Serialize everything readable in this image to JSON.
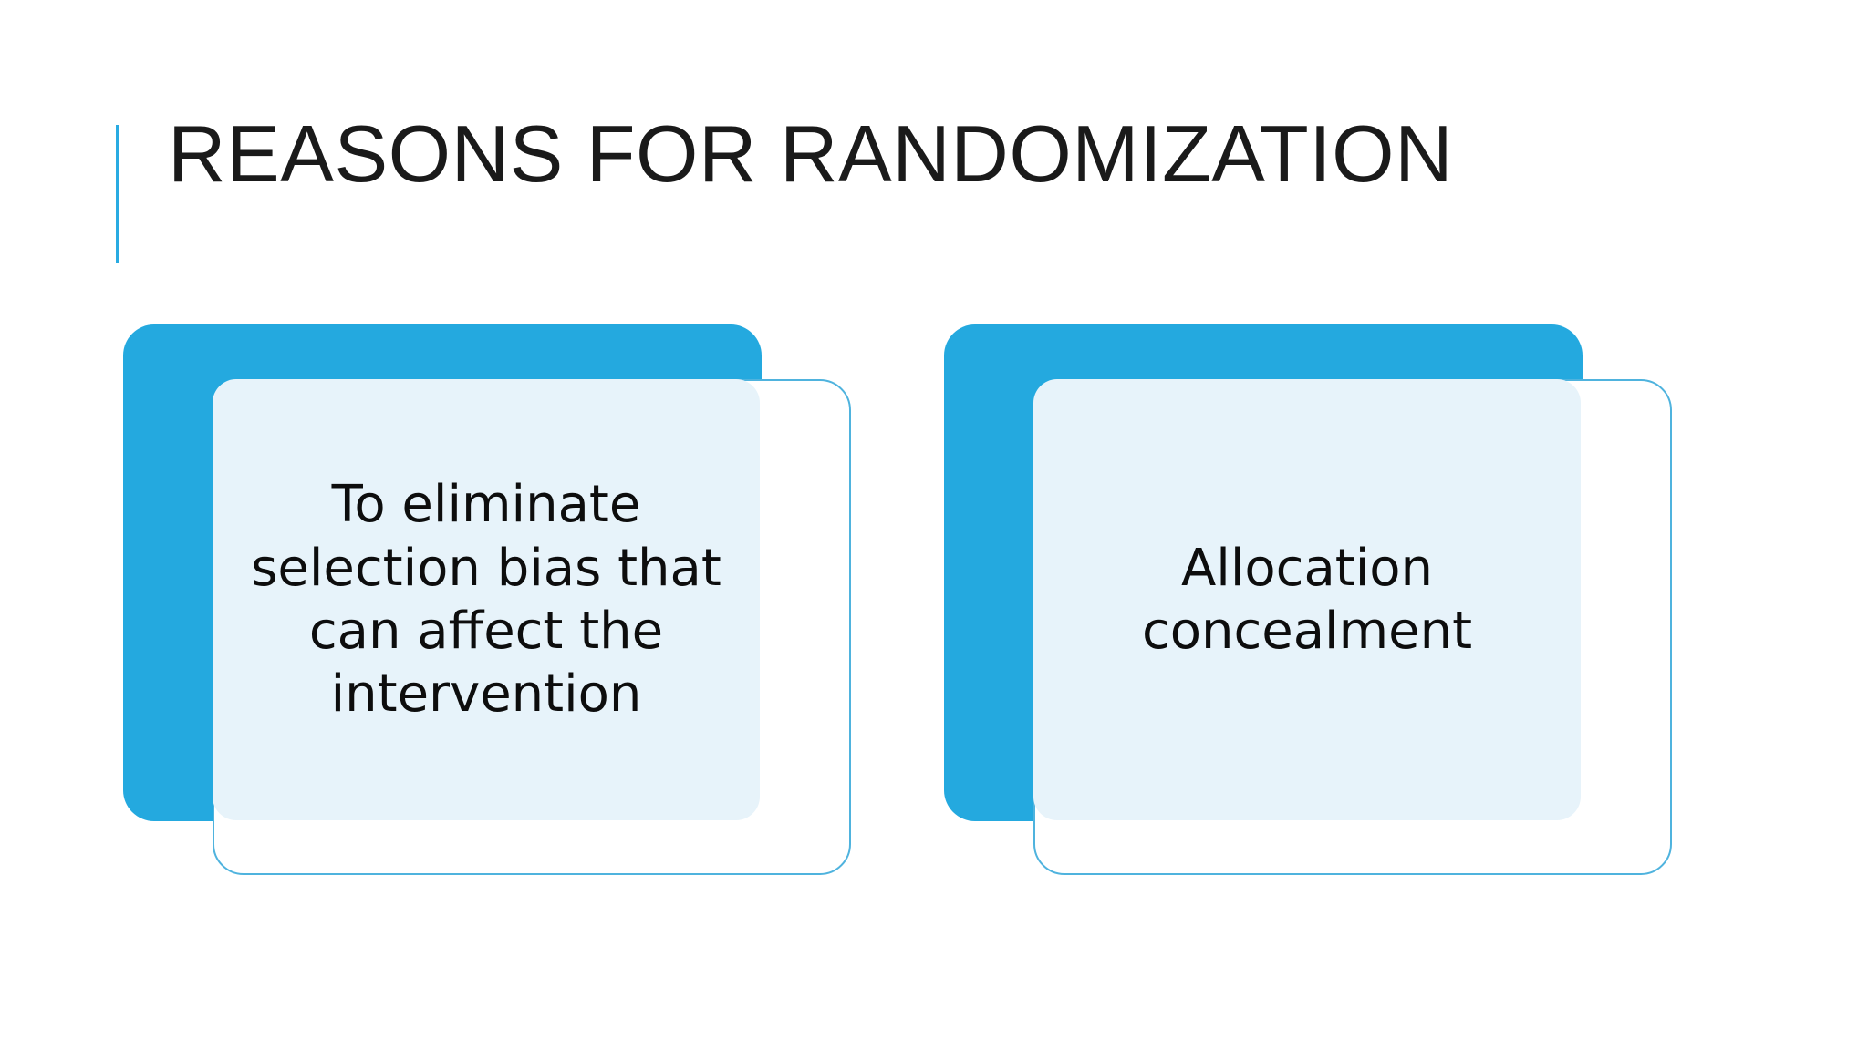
{
  "slide": {
    "background_color": "#FFFFFF",
    "title": "REASONS FOR RANDOMIZATION",
    "accent_color": "#29ABE2",
    "title_color": "#1A1A1A"
  },
  "cards": [
    {
      "id": "card-selection-bias",
      "text": "To eliminate selection bias that can affect the intervention",
      "shadow_color": "#24A9DF",
      "panel_color": "#E7F3FA",
      "outline_color": "#4FB3DE",
      "text_color": "#0D0D0D"
    },
    {
      "id": "card-allocation-concealment",
      "text": "Allocation concealment",
      "shadow_color": "#24A9DF",
      "panel_color": "#E7F3FA",
      "outline_color": "#4FB3DE",
      "text_color": "#0D0D0D"
    }
  ]
}
